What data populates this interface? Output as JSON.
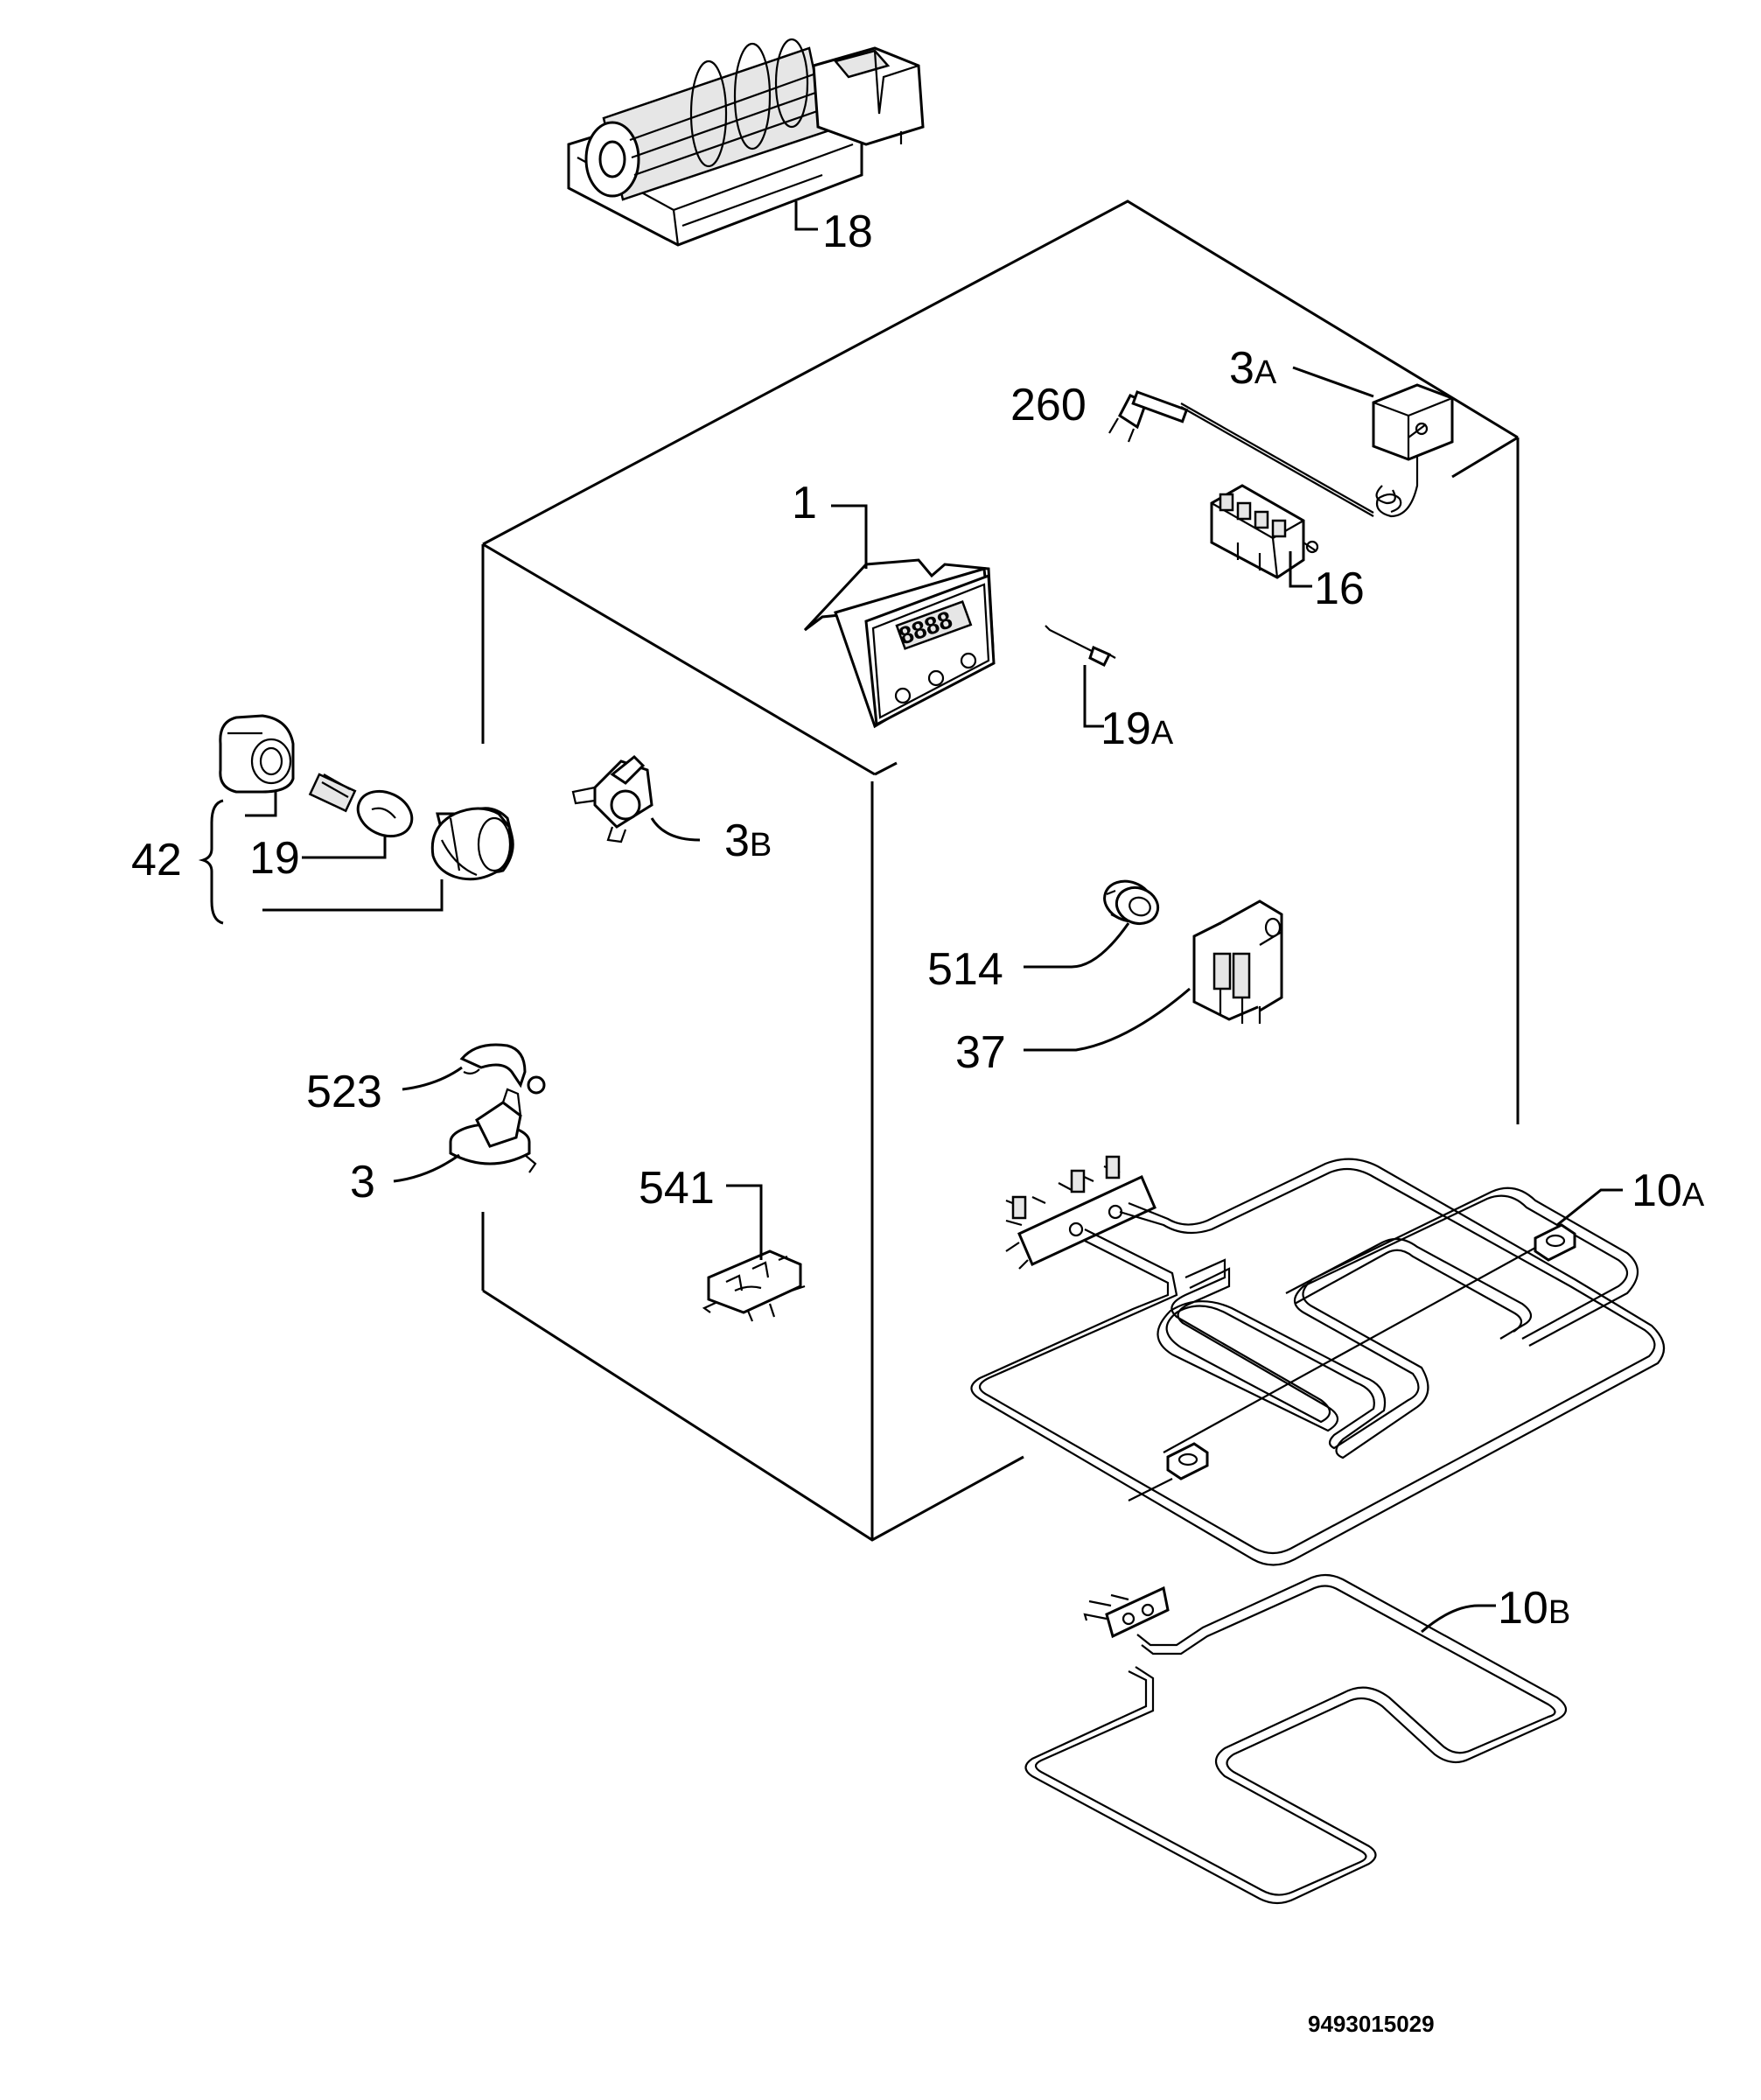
{
  "diagram": {
    "labels": {
      "l18": "18",
      "l3a_main": "3",
      "l3a_sub": "A",
      "l260": "260",
      "l1": "1",
      "l16": "16",
      "l19a_main": "19",
      "l19a_sub": "A",
      "l42": "42",
      "l19": "19",
      "l3b_main": "3",
      "l3b_sub": "B",
      "l514": "514",
      "l37": "37",
      "l523": "523",
      "l3": "3",
      "l541": "541",
      "l10a_main": "10",
      "l10a_sub": "A",
      "l10b_main": "10",
      "l10b_sub": "B"
    },
    "drawing_code": "9493015029"
  }
}
